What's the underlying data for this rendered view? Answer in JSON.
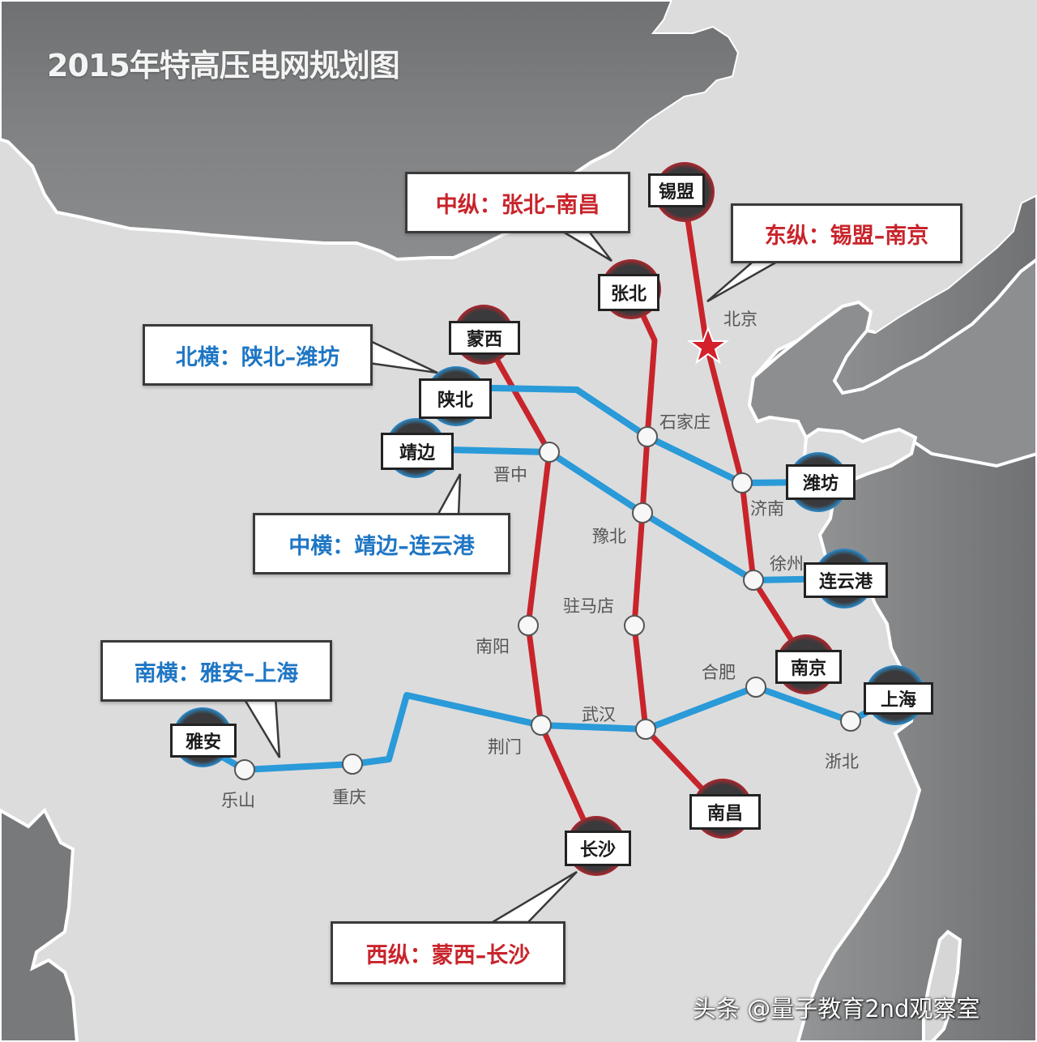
{
  "title": "2015年特高压电网规划图",
  "colors": {
    "vertical_line": "#c8242b",
    "horizontal_line": "#2a9ad8",
    "land": "#dcdcdd",
    "sea": "#7b7d7f",
    "hub_fill": "#3a3a3c"
  },
  "callouts": {
    "zhongzong": "中纵：张北–南昌",
    "dongzong": "东纵：锡盟–南京",
    "beiheng": "北横：陕北–潍坊",
    "zhongheng": "中横：靖边–连云港",
    "nanheng": "南横：雅安–上海",
    "xizong": "西纵：蒙西–长沙"
  },
  "terminals": {
    "ximeng": "锡盟",
    "zhangbei": "张北",
    "mengxi": "蒙西",
    "shanbei": "陕北",
    "jingbian": "靖边",
    "weifang": "潍坊",
    "lianyungang": "连云港",
    "nanjing": "南京",
    "shanghai": "上海",
    "yaan": "雅安",
    "changsha": "长沙",
    "nanchang": "南昌"
  },
  "cities": {
    "beijing": "北京",
    "shijiazhuang": "石家庄",
    "jinzhong": "晋中",
    "jinan": "济南",
    "yubei": "豫北",
    "xuzhou": "徐州",
    "zhumadian": "驻马店",
    "nanyang": "南阳",
    "hefei": "合肥",
    "wuhan": "武汉",
    "jingmen": "荆门",
    "zhebei": "浙北",
    "leshan": "乐山",
    "chongqing": "重庆"
  },
  "lines": [
    {
      "name": "西纵",
      "from": "蒙西",
      "to": "长沙",
      "type": "vertical",
      "via": [
        "晋中",
        "南阳",
        "荆门"
      ]
    },
    {
      "name": "中纵",
      "from": "张北",
      "to": "南昌",
      "type": "vertical",
      "via": [
        "石家庄",
        "豫北",
        "驻马店",
        "武汉"
      ]
    },
    {
      "name": "东纵",
      "from": "锡盟",
      "to": "南京",
      "type": "vertical",
      "via": [
        "北京",
        "济南",
        "徐州"
      ]
    },
    {
      "name": "北横",
      "from": "陕北",
      "to": "潍坊",
      "type": "horizontal",
      "via": [
        "石家庄",
        "济南"
      ]
    },
    {
      "name": "中横",
      "from": "靖边",
      "to": "连云港",
      "type": "horizontal",
      "via": [
        "晋中",
        "豫北",
        "徐州"
      ]
    },
    {
      "name": "南横",
      "from": "雅安",
      "to": "上海",
      "type": "horizontal",
      "via": [
        "乐山",
        "重庆",
        "荆门",
        "武汉",
        "合肥",
        "浙北"
      ]
    }
  ],
  "watermark": "头条 @量子教育2nd观察室"
}
